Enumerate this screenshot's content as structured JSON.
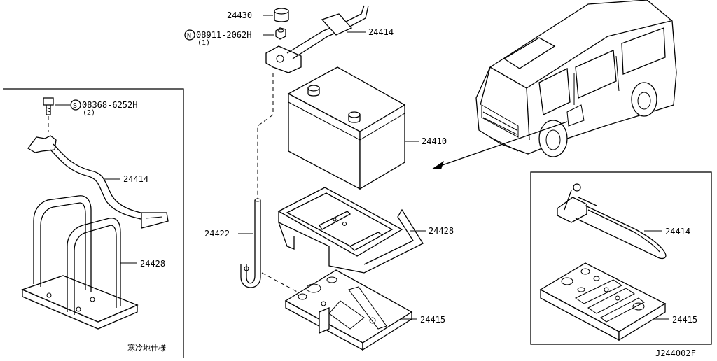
{
  "labels": {
    "p24430": "24430",
    "p24414_top": "24414",
    "bolt_top": "08911-2062H",
    "bolt_top_prefix": "N",
    "bolt_top_qty": "(1)",
    "p24410": "24410",
    "p24428_mid": "24428",
    "p24422": "24422",
    "p24415_mid": "24415",
    "screw_left": "08368-6252H",
    "screw_left_prefix": "S",
    "screw_left_qty": "(2)",
    "p24414_left": "24414",
    "p24428_left": "24428",
    "cold_spec": "寒冷地仕様",
    "p24414_right": "24414",
    "p24415_right": "24415",
    "diagram_code": "J244002F"
  }
}
